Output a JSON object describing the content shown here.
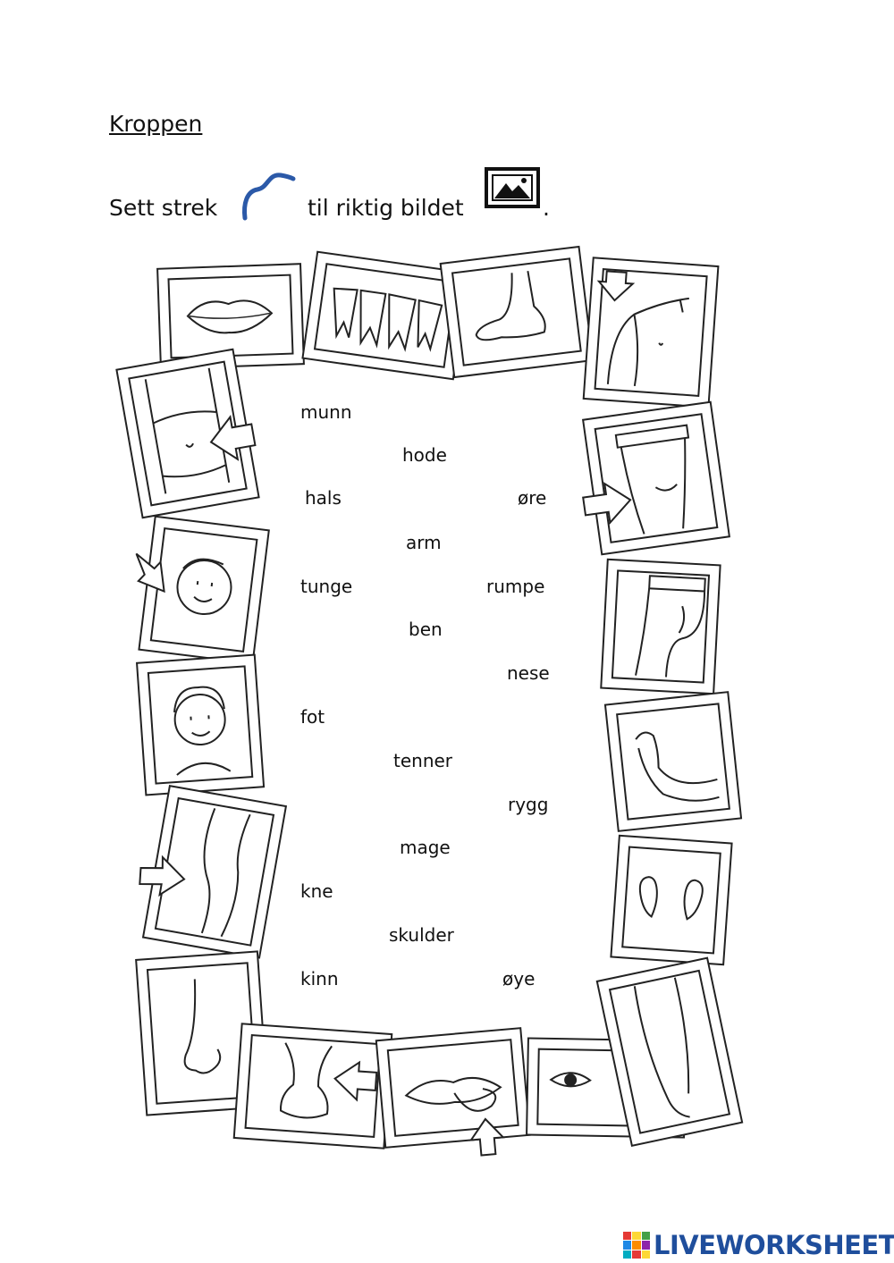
{
  "header": {
    "title": "Kroppen",
    "instruction_part1": "Sett strek",
    "instruction_part2": "til riktig bildet",
    "instruction_end": "."
  },
  "icons": {
    "strek": "curved-line-icon",
    "bilde": "picture-icon"
  },
  "words": [
    "munn",
    "hode",
    "hals",
    "øre",
    "arm",
    "tunge",
    "rumpe",
    "ben",
    "nese",
    "fot",
    "tenner",
    "rygg",
    "mage",
    "kne",
    "skulder",
    "kinn",
    "øye"
  ],
  "pictures": [
    "lips-picture",
    "teeth-picture",
    "foot-picture",
    "shoulder-picture",
    "belly-picture",
    "back-picture",
    "cheek-picture",
    "bottom-picture",
    "head-picture",
    "arm-picture",
    "knee-picture",
    "ears-picture",
    "nose-picture",
    "leg-picture",
    "neck-picture",
    "tongue-picture",
    "eyes-picture"
  ],
  "footer": {
    "brand": "LIVEWORKSHEETS"
  },
  "colors": {
    "line_icon": "#2b59a8",
    "brand": "#1f4e9c"
  }
}
